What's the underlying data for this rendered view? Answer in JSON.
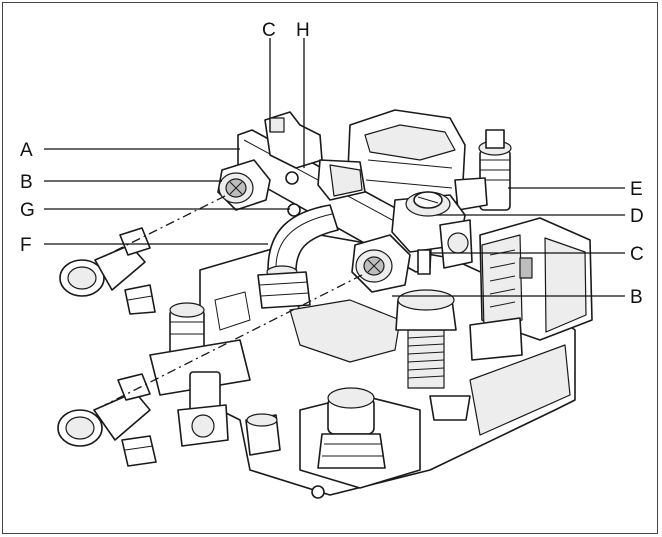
{
  "callouts": {
    "a": "A",
    "b_left": "B",
    "g": "G",
    "f": "F",
    "c_top": "C",
    "h": "H",
    "e": "E",
    "d": "D",
    "c_right": "C",
    "b_right": "B"
  }
}
